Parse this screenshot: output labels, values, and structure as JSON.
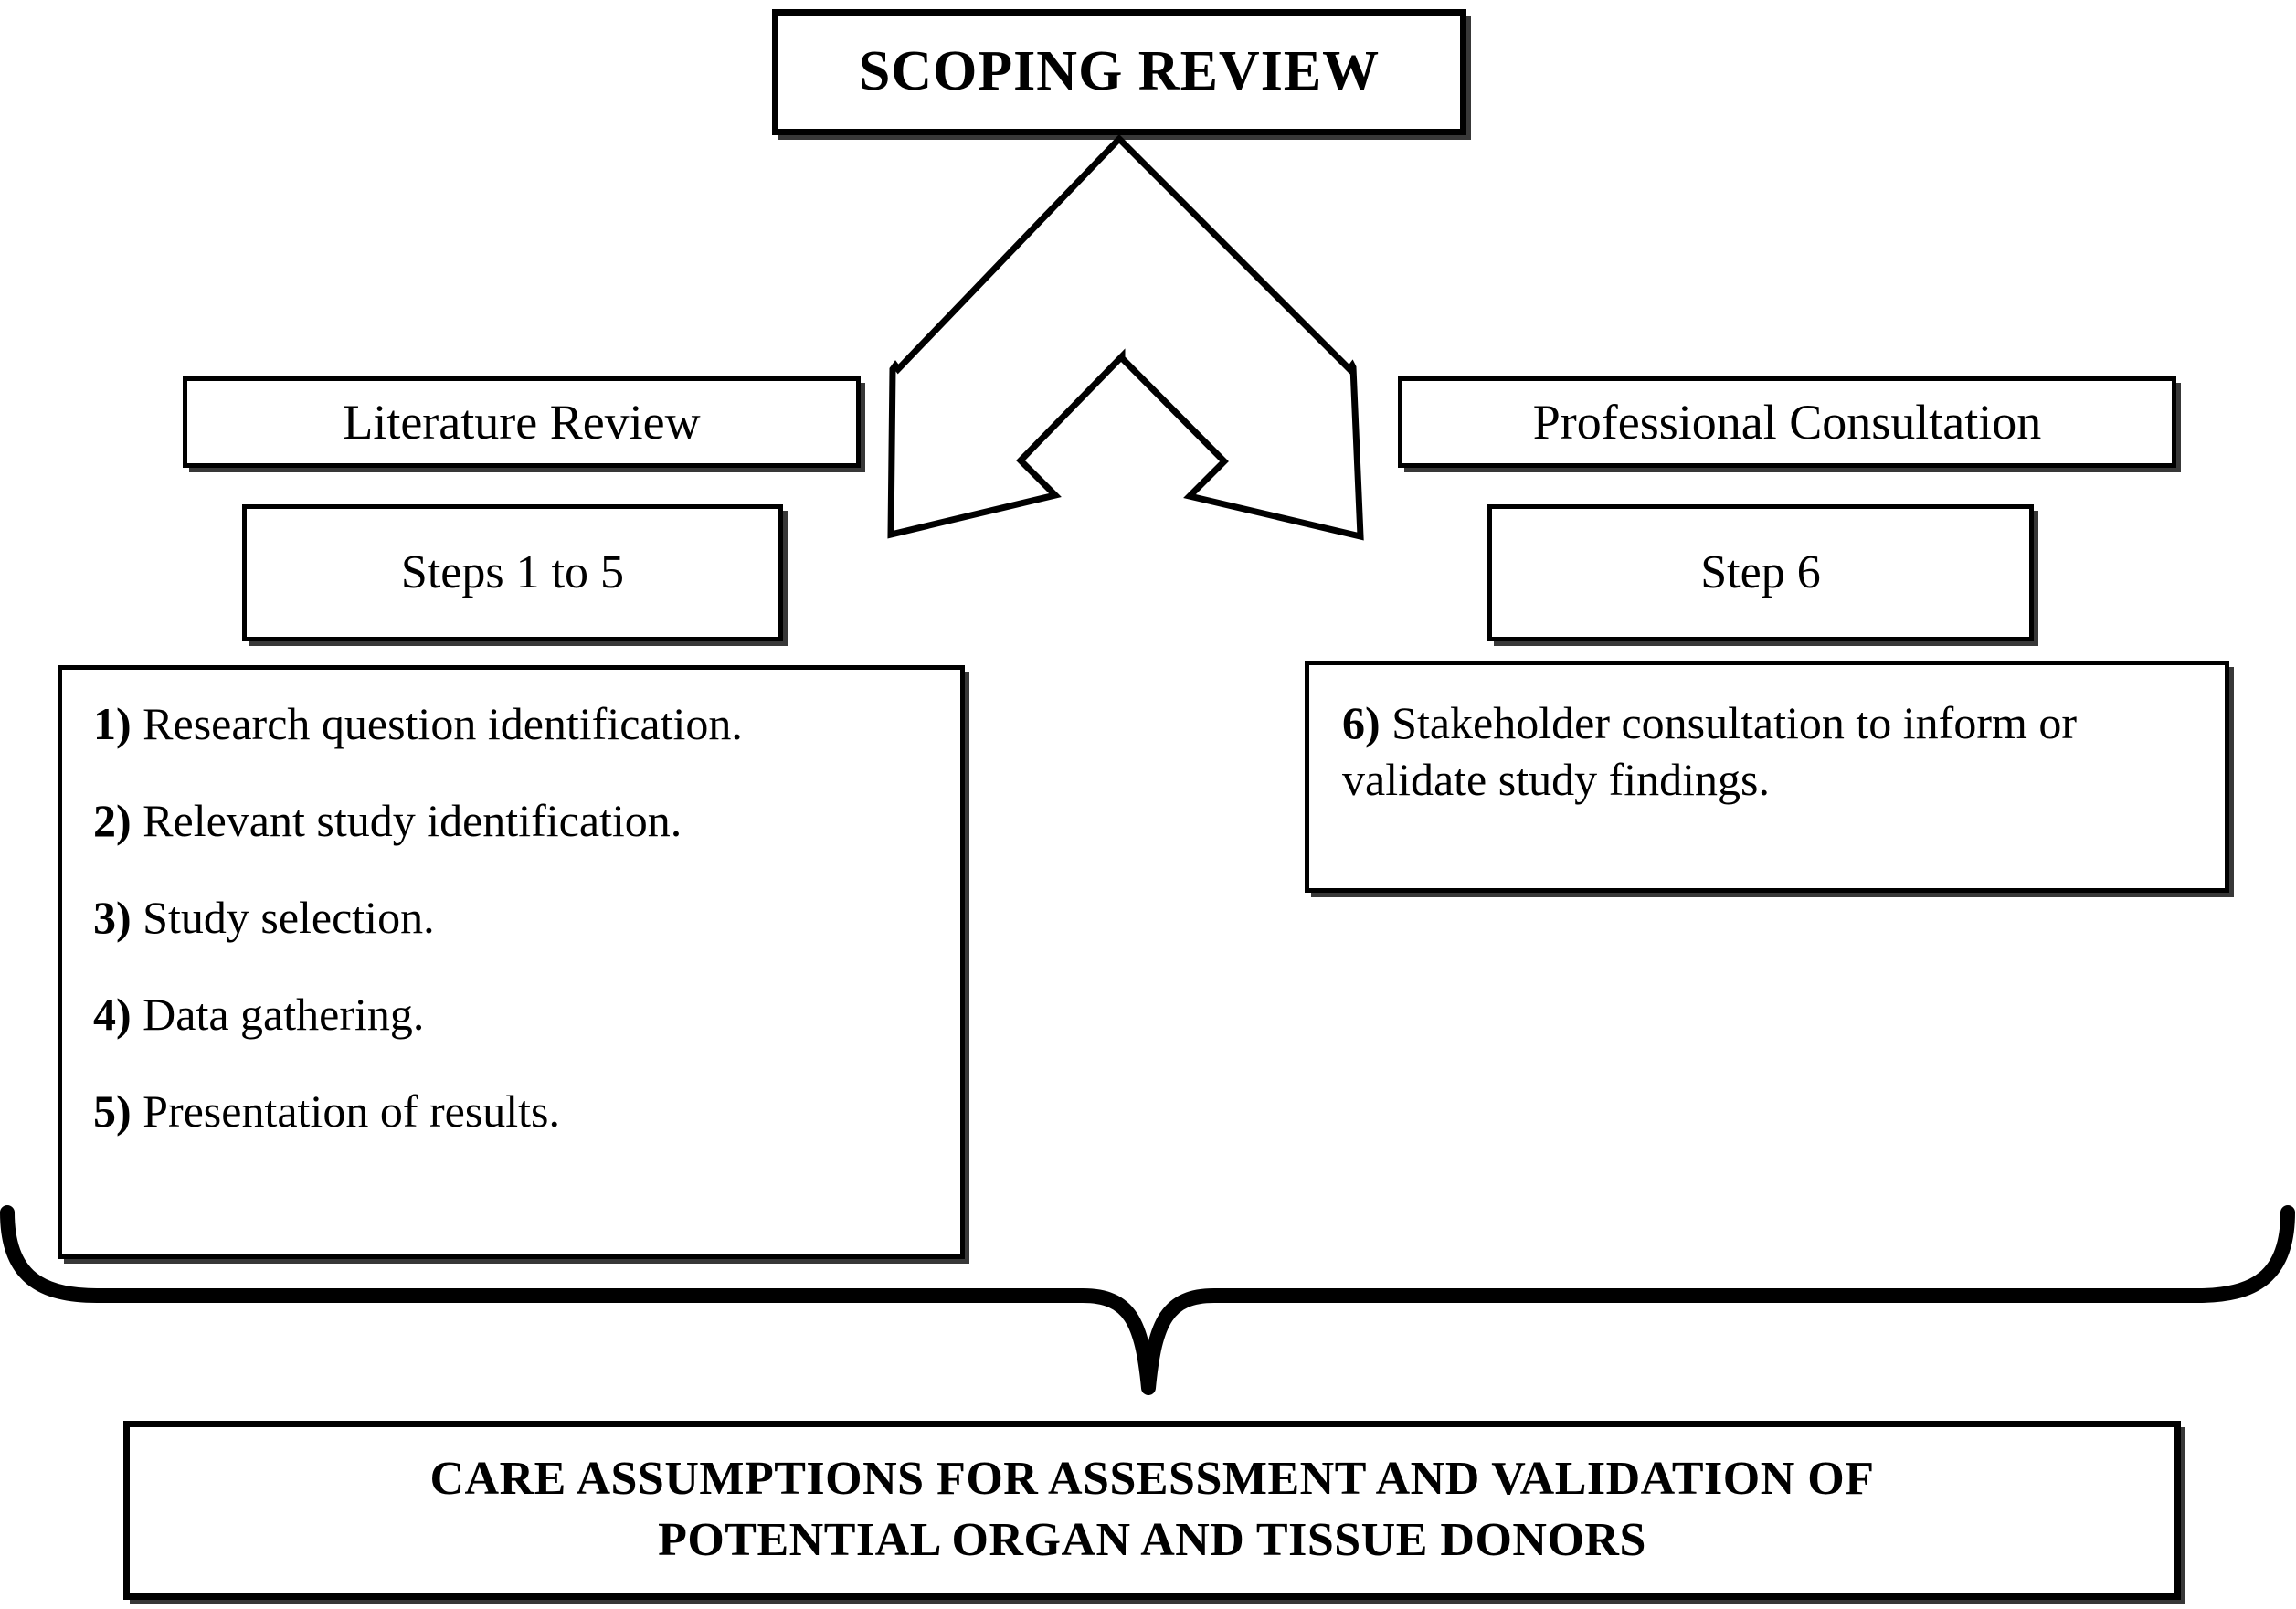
{
  "diagram": {
    "title_box": {
      "label": "SCOPING REVIEW"
    },
    "branches": [
      {
        "header": "Literature Review",
        "step_label": "Steps 1 to 5",
        "items": [
          {
            "num": "1)",
            "text": "Research question identification."
          },
          {
            "num": "2)",
            "text": "Relevant study identification."
          },
          {
            "num": "3)",
            "text": "Study selection."
          },
          {
            "num": "4)",
            "text": "Data gathering."
          },
          {
            "num": "5)",
            "text": "Presentation of results."
          }
        ]
      },
      {
        "header": "Professional Consultation",
        "step_label": "Step 6",
        "items": [
          {
            "num": "6)",
            "text": "Stakeholder consultation to inform or validate study findings."
          }
        ]
      }
    ],
    "connectors": {
      "split_arrow": "double-headed-down-arrow",
      "merge_brace": "curly-brace-down"
    },
    "conclusion_box": {
      "line1": "CARE ASSUMPTIONS FOR ASSESSMENT AND VALIDATION OF",
      "line2": "POTENTIAL ORGAN AND TISSUE DONORS"
    },
    "colors": {
      "stroke": "#000000",
      "fill": "#ffffff",
      "text": "#000000"
    }
  }
}
